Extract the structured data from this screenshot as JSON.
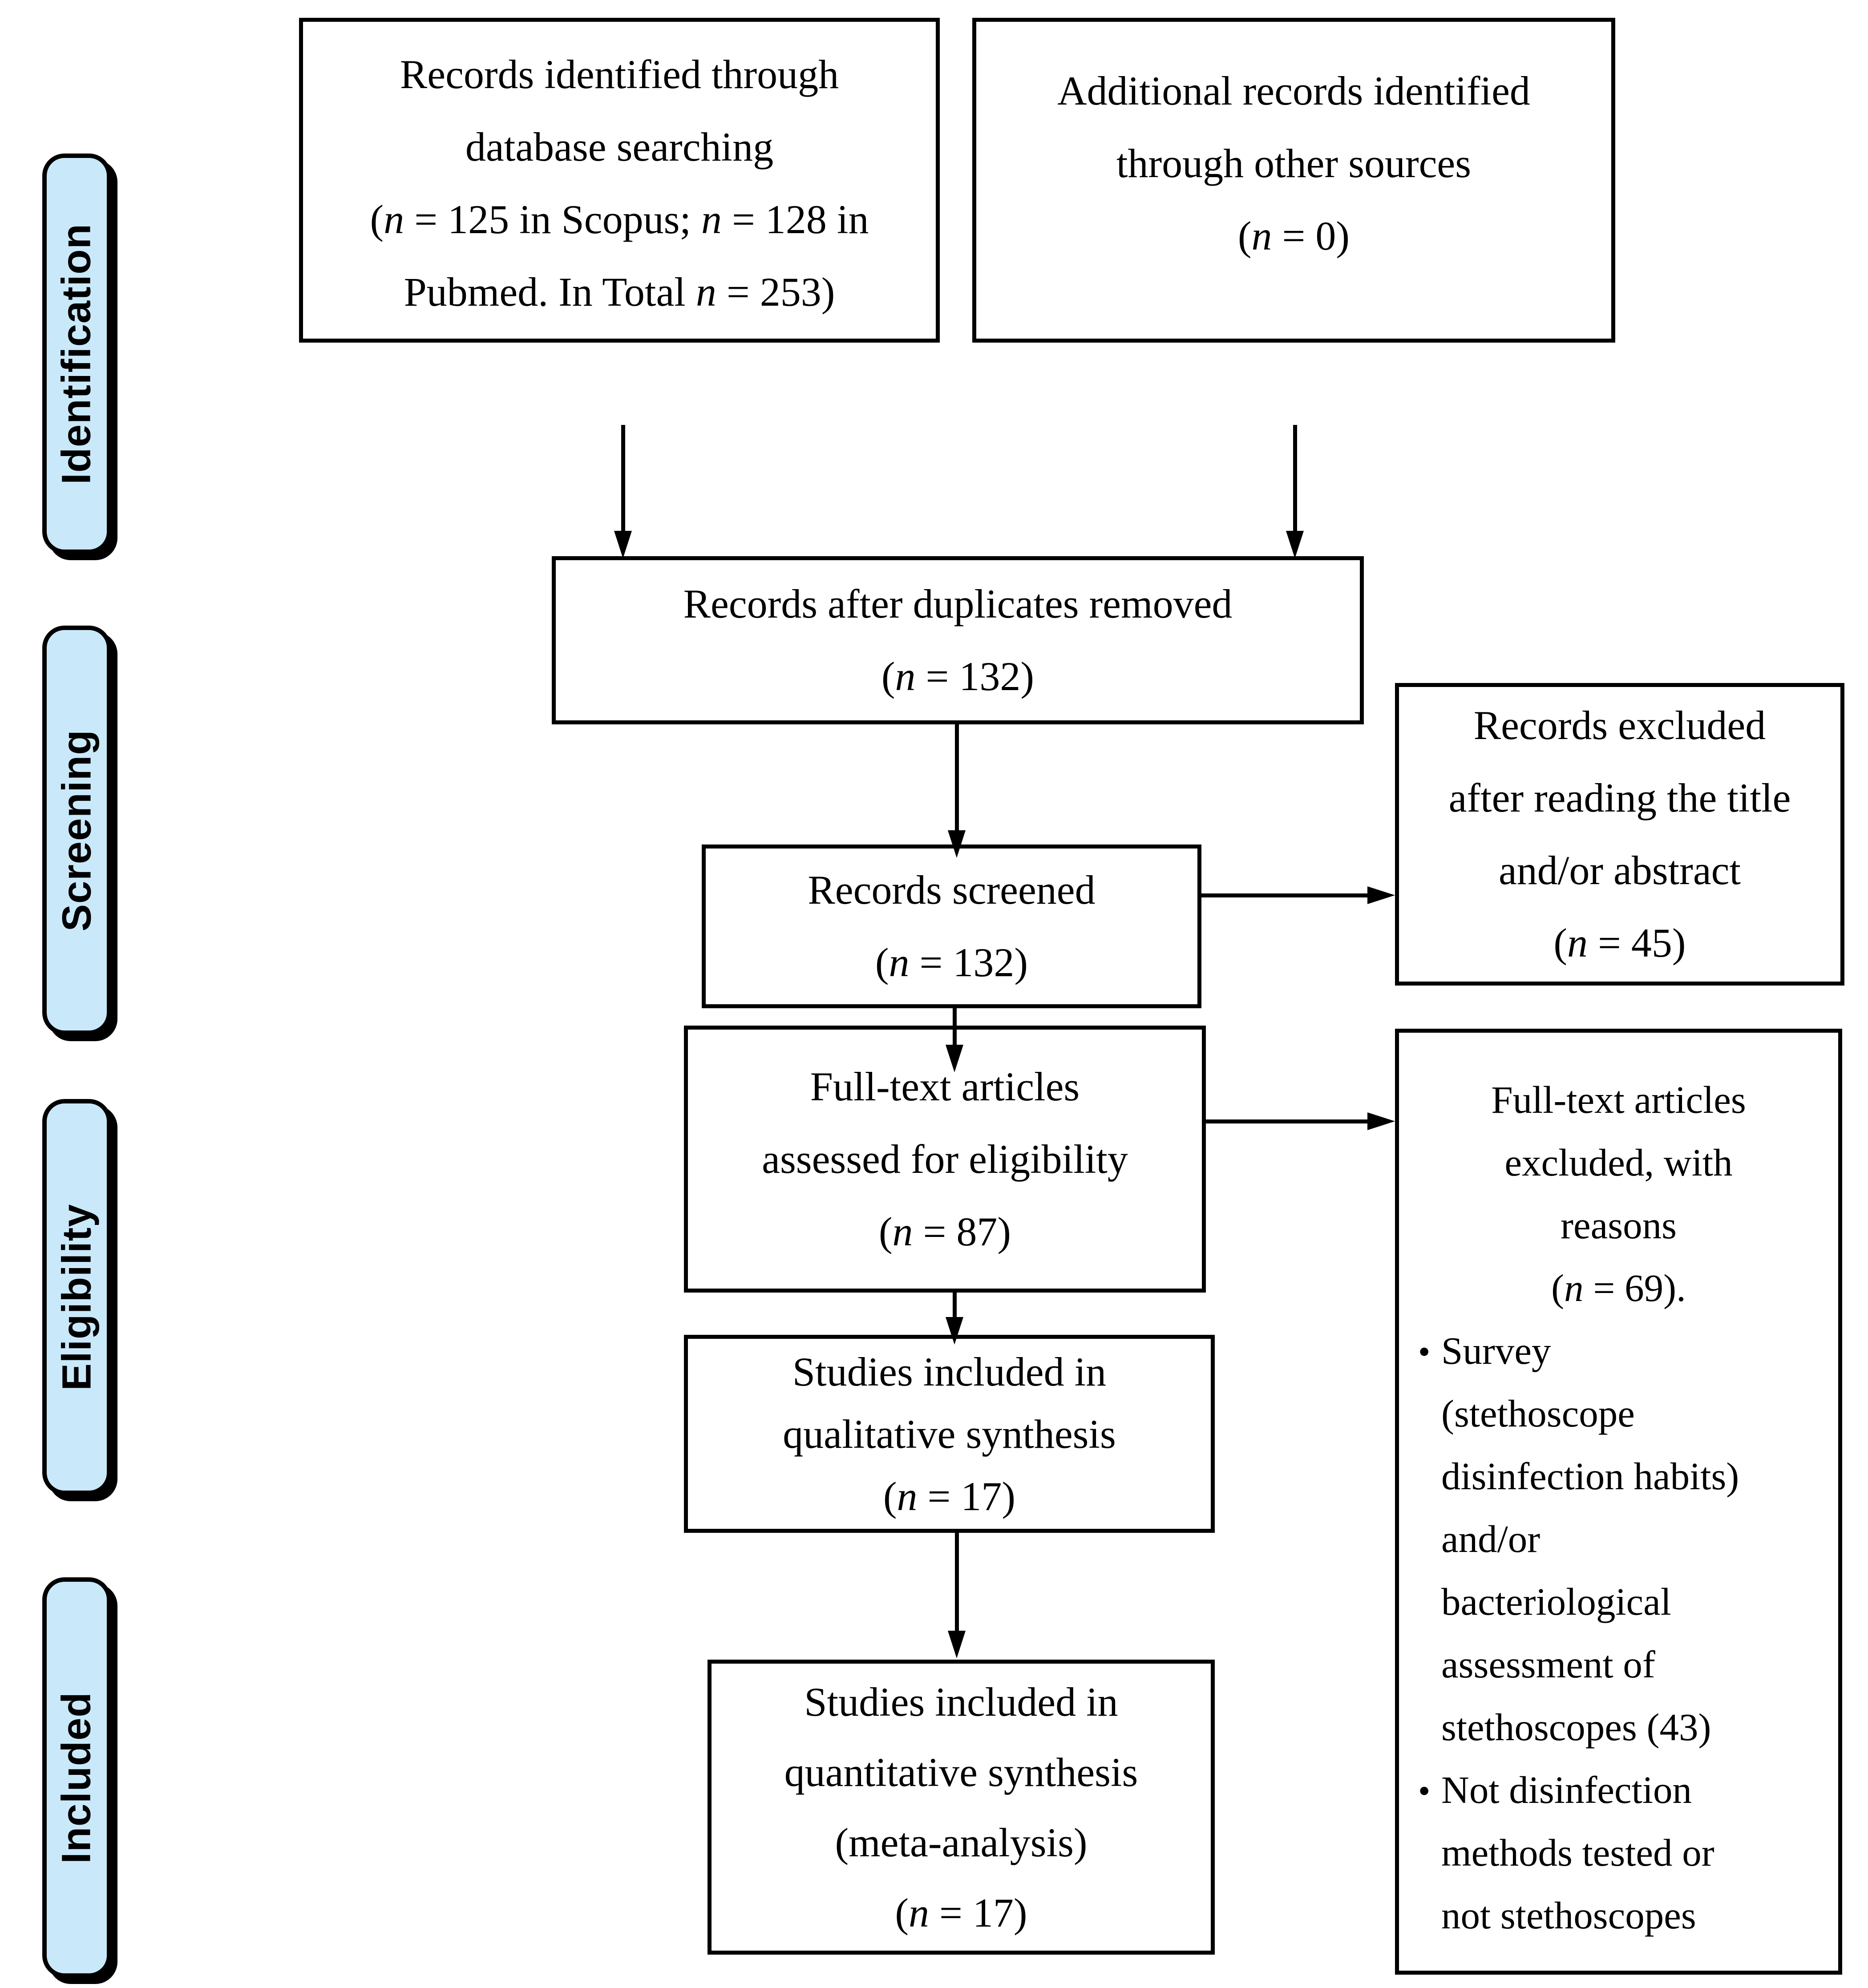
{
  "colors": {
    "stage_fill": "#c9e9fb",
    "stroke": "#000000",
    "box_fill": "#ffffff",
    "text": "#000000"
  },
  "stages": [
    {
      "label": "Identification"
    },
    {
      "label": "Screening"
    },
    {
      "label": "Eligibility"
    },
    {
      "label": "Included"
    }
  ],
  "boxes": {
    "identified": {
      "lines": [
        "Records identified through",
        "database searching",
        "(n = 125 in Scopus; n = 128 in",
        "Pubmed. In Total n = 253)"
      ]
    },
    "additional": {
      "lines": [
        "Additional records identified",
        "through other sources",
        "(n = 0)"
      ]
    },
    "deduplicated": {
      "lines": [
        "Records after duplicates removed",
        "(n = 132)"
      ]
    },
    "screened": {
      "lines": [
        "Records screened",
        "(n = 132)"
      ]
    },
    "excluded_screening": {
      "lines": [
        "Records excluded",
        "after reading the title",
        "and/or abstract",
        "(n = 45)"
      ]
    },
    "fulltext": {
      "lines": [
        "Full-text articles",
        "assessed for eligibility",
        "(n = 87)"
      ]
    },
    "fulltext_excluded": {
      "lines": [
        "Full-text articles",
        "excluded, with",
        "reasons",
        "(n = 69)."
      ],
      "bullets": [
        {
          "lines": [
            "Survey",
            "(stethoscope",
            "disinfection habits)",
            "and/or",
            "bacteriological",
            "assessment of",
            "stethoscopes (43)"
          ]
        },
        {
          "lines": [
            "Not disinfection",
            "methods tested or",
            "not stethoscopes"
          ]
        }
      ]
    },
    "qualitative": {
      "lines": [
        "Studies included in",
        "qualitative synthesis",
        "(n = 17)"
      ]
    },
    "quantitative": {
      "lines": [
        "Studies included in",
        "quantitative synthesis",
        "(meta-analysis)",
        "(n = 17)"
      ]
    }
  }
}
